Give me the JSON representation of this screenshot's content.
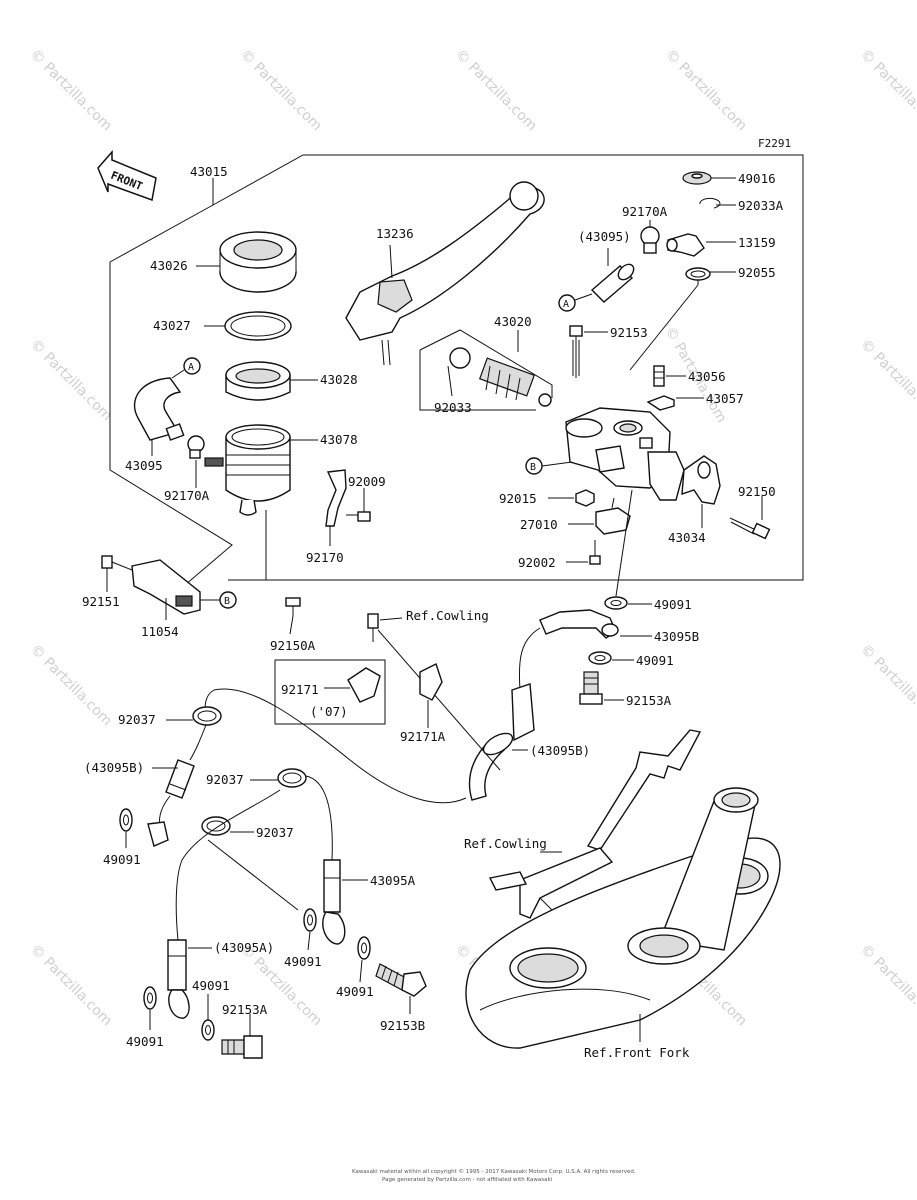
{
  "figure_code": "F2291",
  "front_label": "FRONT",
  "watermark": "© Partzilla.com",
  "footer": {
    "line1": "Kawasaki material within all copyright © 1995 - 2017 Kawasaki Motors Corp. U.S.A. All rights reserved.",
    "line2": "Page generated by Partzilla.com - not affiliated with Kawasaki"
  },
  "labels": {
    "p43015": "43015",
    "p43026": "43026",
    "p43027": "43027",
    "p43028": "43028",
    "p43078": "43078",
    "p43095": "43095",
    "p92170A": "92170A",
    "p92009": "92009",
    "p92170": "92170",
    "p92151": "92151",
    "p11054": "11054",
    "p92150A": "92150A",
    "p13236": "13236",
    "p43020": "43020",
    "p92033": "92033",
    "p43095paren": "(43095)",
    "p92170A_b": "92170A",
    "p49016": "49016",
    "p92033A": "92033A",
    "p13159": "13159",
    "p92055": "92055",
    "p92153": "92153",
    "p43056": "43056",
    "p43057": "43057",
    "p92015": "92015",
    "p27010": "27010",
    "p92002": "92002",
    "p92150": "92150",
    "p43034": "43034",
    "p49091_a": "49091",
    "p43095B": "43095B",
    "p49091_b": "49091",
    "p92153A_a": "92153A",
    "refCowling1": "Ref.Cowling",
    "p92171": "92171",
    "p07": "('07)",
    "p92171A": "92171A",
    "p43095Bparen": "(43095B)",
    "p92037_a": "92037",
    "p43095Bparen2": "(43095B)",
    "p92037_b": "92037",
    "p92037_c": "92037",
    "p49091_c": "49091",
    "p43095A": "43095A",
    "refCowling2": "Ref.Cowling",
    "p43095Aparen": "(43095A)",
    "p49091_d": "49091",
    "p49091_e": "49091",
    "p49091_f": "49091",
    "p92153A_b": "92153A",
    "p92153B": "92153B",
    "p49091_g": "49091",
    "refFrontFork": "Ref.Front Fork"
  },
  "callouts": {
    "A": "A",
    "B": "B"
  }
}
